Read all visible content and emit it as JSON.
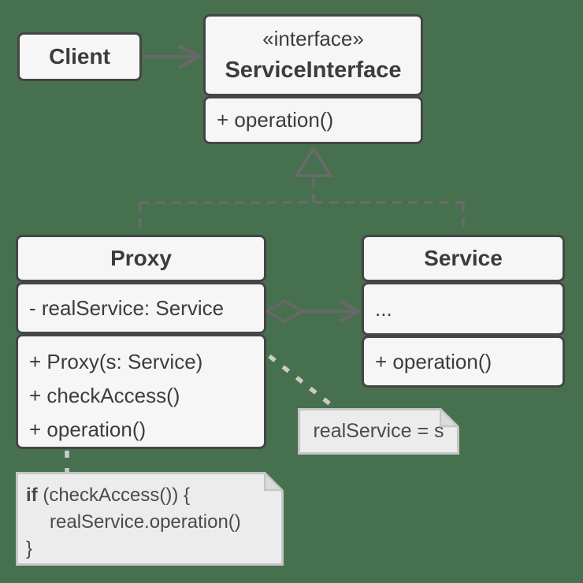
{
  "diagram_type": "uml-class-diagram",
  "classes": {
    "client": {
      "name": "Client"
    },
    "service_interface": {
      "stereotype": "«interface»",
      "name": "ServiceInterface",
      "methods": [
        "+ operation()"
      ]
    },
    "proxy": {
      "name": "Proxy",
      "fields": [
        "- realService: Service"
      ],
      "methods": [
        "+ Proxy(s: Service)",
        "+ checkAccess()",
        "+ operation()"
      ]
    },
    "service": {
      "name": "Service",
      "fields": [
        "..."
      ],
      "methods": [
        "+ operation()"
      ]
    }
  },
  "notes": {
    "assignment": {
      "text": "realService = s"
    },
    "code": {
      "keyword": "if",
      "line1_rest": " (checkAccess()) {",
      "line2": "realService.operation()",
      "line3": "}"
    }
  },
  "relationships": [
    {
      "type": "association-arrow",
      "from": "Client",
      "to": "ServiceInterface"
    },
    {
      "type": "realization-dashed-triangle",
      "from": "Proxy",
      "to": "ServiceInterface"
    },
    {
      "type": "realization-dashed-triangle",
      "from": "Service",
      "to": "ServiceInterface"
    },
    {
      "type": "aggregation-diamond-arrow",
      "from": "Proxy",
      "to": "Service"
    },
    {
      "type": "note-anchor-dotted",
      "from": "Proxy",
      "to": "realService = s note"
    },
    {
      "type": "note-anchor-dotted",
      "from": "Proxy",
      "to": "code note"
    }
  ],
  "colors": {
    "background": "#47704f",
    "box_fill": "#f6f6f6",
    "box_border": "#454545",
    "text": "#3c3c3c",
    "connector_gray": "#686868",
    "dashed_gray": "#6b6b6b",
    "note_fill": "#ececec",
    "note_border": "#c6c6c6",
    "note_fold": "#dbdbdb",
    "note_connector": "#cbcbcb"
  }
}
